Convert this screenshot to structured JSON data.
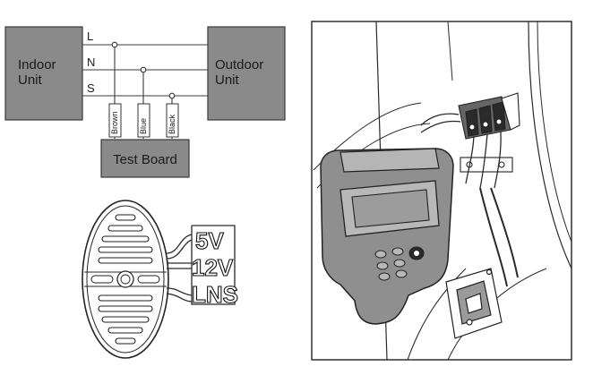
{
  "wiring": {
    "indoor_unit": [
      "Indoor",
      "Unit"
    ],
    "outdoor_unit": [
      "Outdoor",
      "Unit"
    ],
    "terminals": [
      "L",
      "N",
      "S"
    ],
    "wire_colors": [
      "Brown",
      "Blue",
      "Black"
    ],
    "test_board": "Test Board"
  },
  "connector": {
    "voltage_labels": [
      "5V",
      "12V",
      "LNS"
    ]
  },
  "colors": {
    "unit_box": "#8a8a8a",
    "ink": "#1a1a1a"
  },
  "icons": [
    "connector-plug-icon",
    "tester-device-illustration"
  ]
}
